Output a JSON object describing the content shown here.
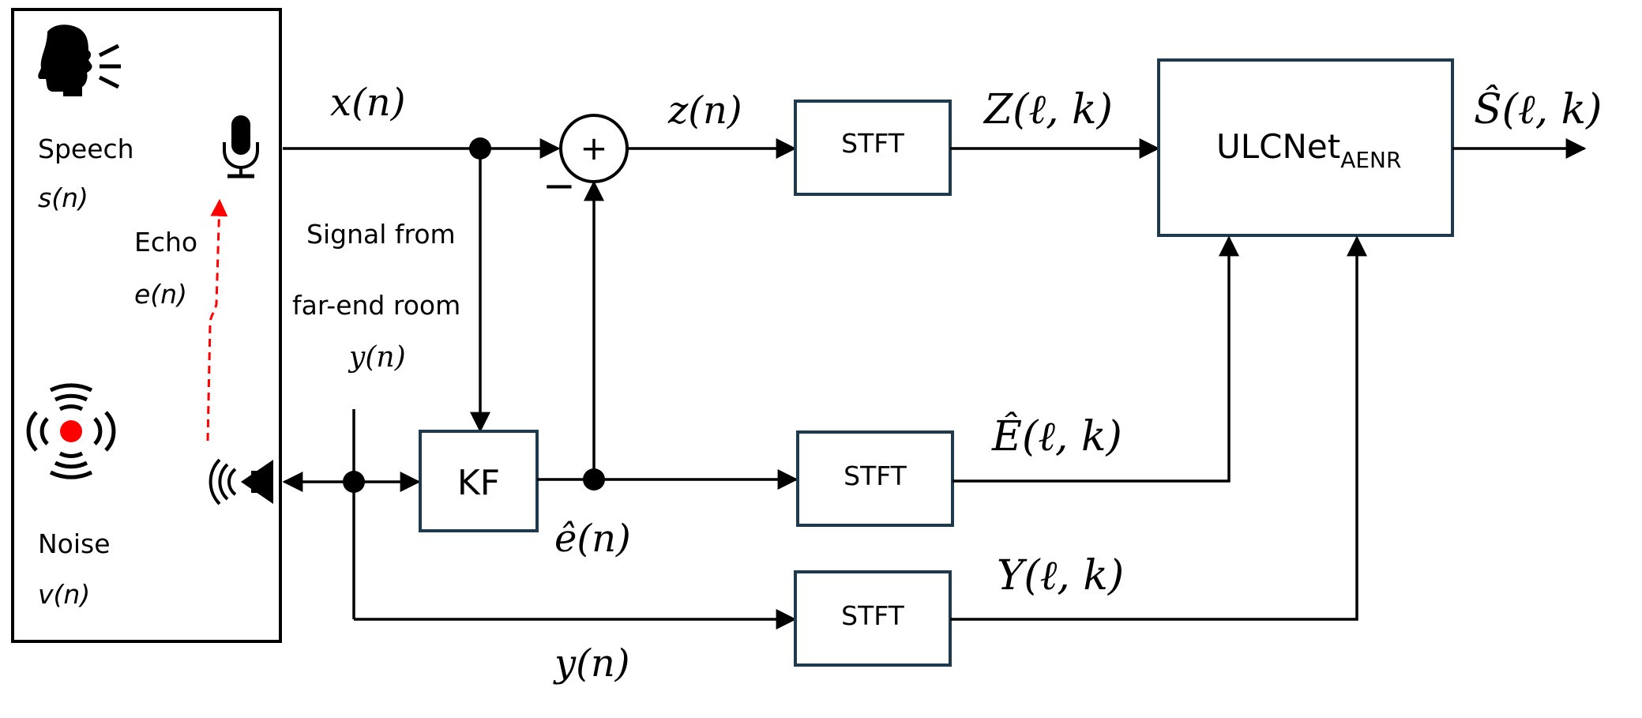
{
  "room": {
    "speech_label": "Speech",
    "speech_signal": "s(n)",
    "echo_label": "Echo",
    "echo_signal": "e(n)",
    "noise_label": "Noise",
    "noise_signal": "v(n)",
    "icons": [
      "speaking-head-icon",
      "microphone-icon",
      "loudspeaker-icon",
      "noise-source-icon"
    ],
    "echo_path_color": "#ff0000"
  },
  "far_end": {
    "line1": "Signal from",
    "line2": "far-end room",
    "signal": "y(n)"
  },
  "signals": {
    "x": "x(n)",
    "z": "z(n)",
    "e_hat": "ê(n)",
    "y_bottom": "y(n)",
    "Z": "Z(ℓ, k)",
    "E_hat": "Ê(ℓ, k)",
    "Y": "Y(ℓ, k)",
    "S_hat": "Ŝ(ℓ, k)"
  },
  "blocks": {
    "kf": "KF",
    "stft_top": "STFT",
    "stft_mid": "STFT",
    "stft_bottom": "STFT",
    "ulcnet_main": "ULCNet",
    "ulcnet_sub": "AENR"
  },
  "summer": {
    "plus": "+",
    "minus": "−"
  },
  "colors": {
    "block_border": "#1f3a4d",
    "line": "#000000",
    "noise_center": "#ff0000"
  }
}
